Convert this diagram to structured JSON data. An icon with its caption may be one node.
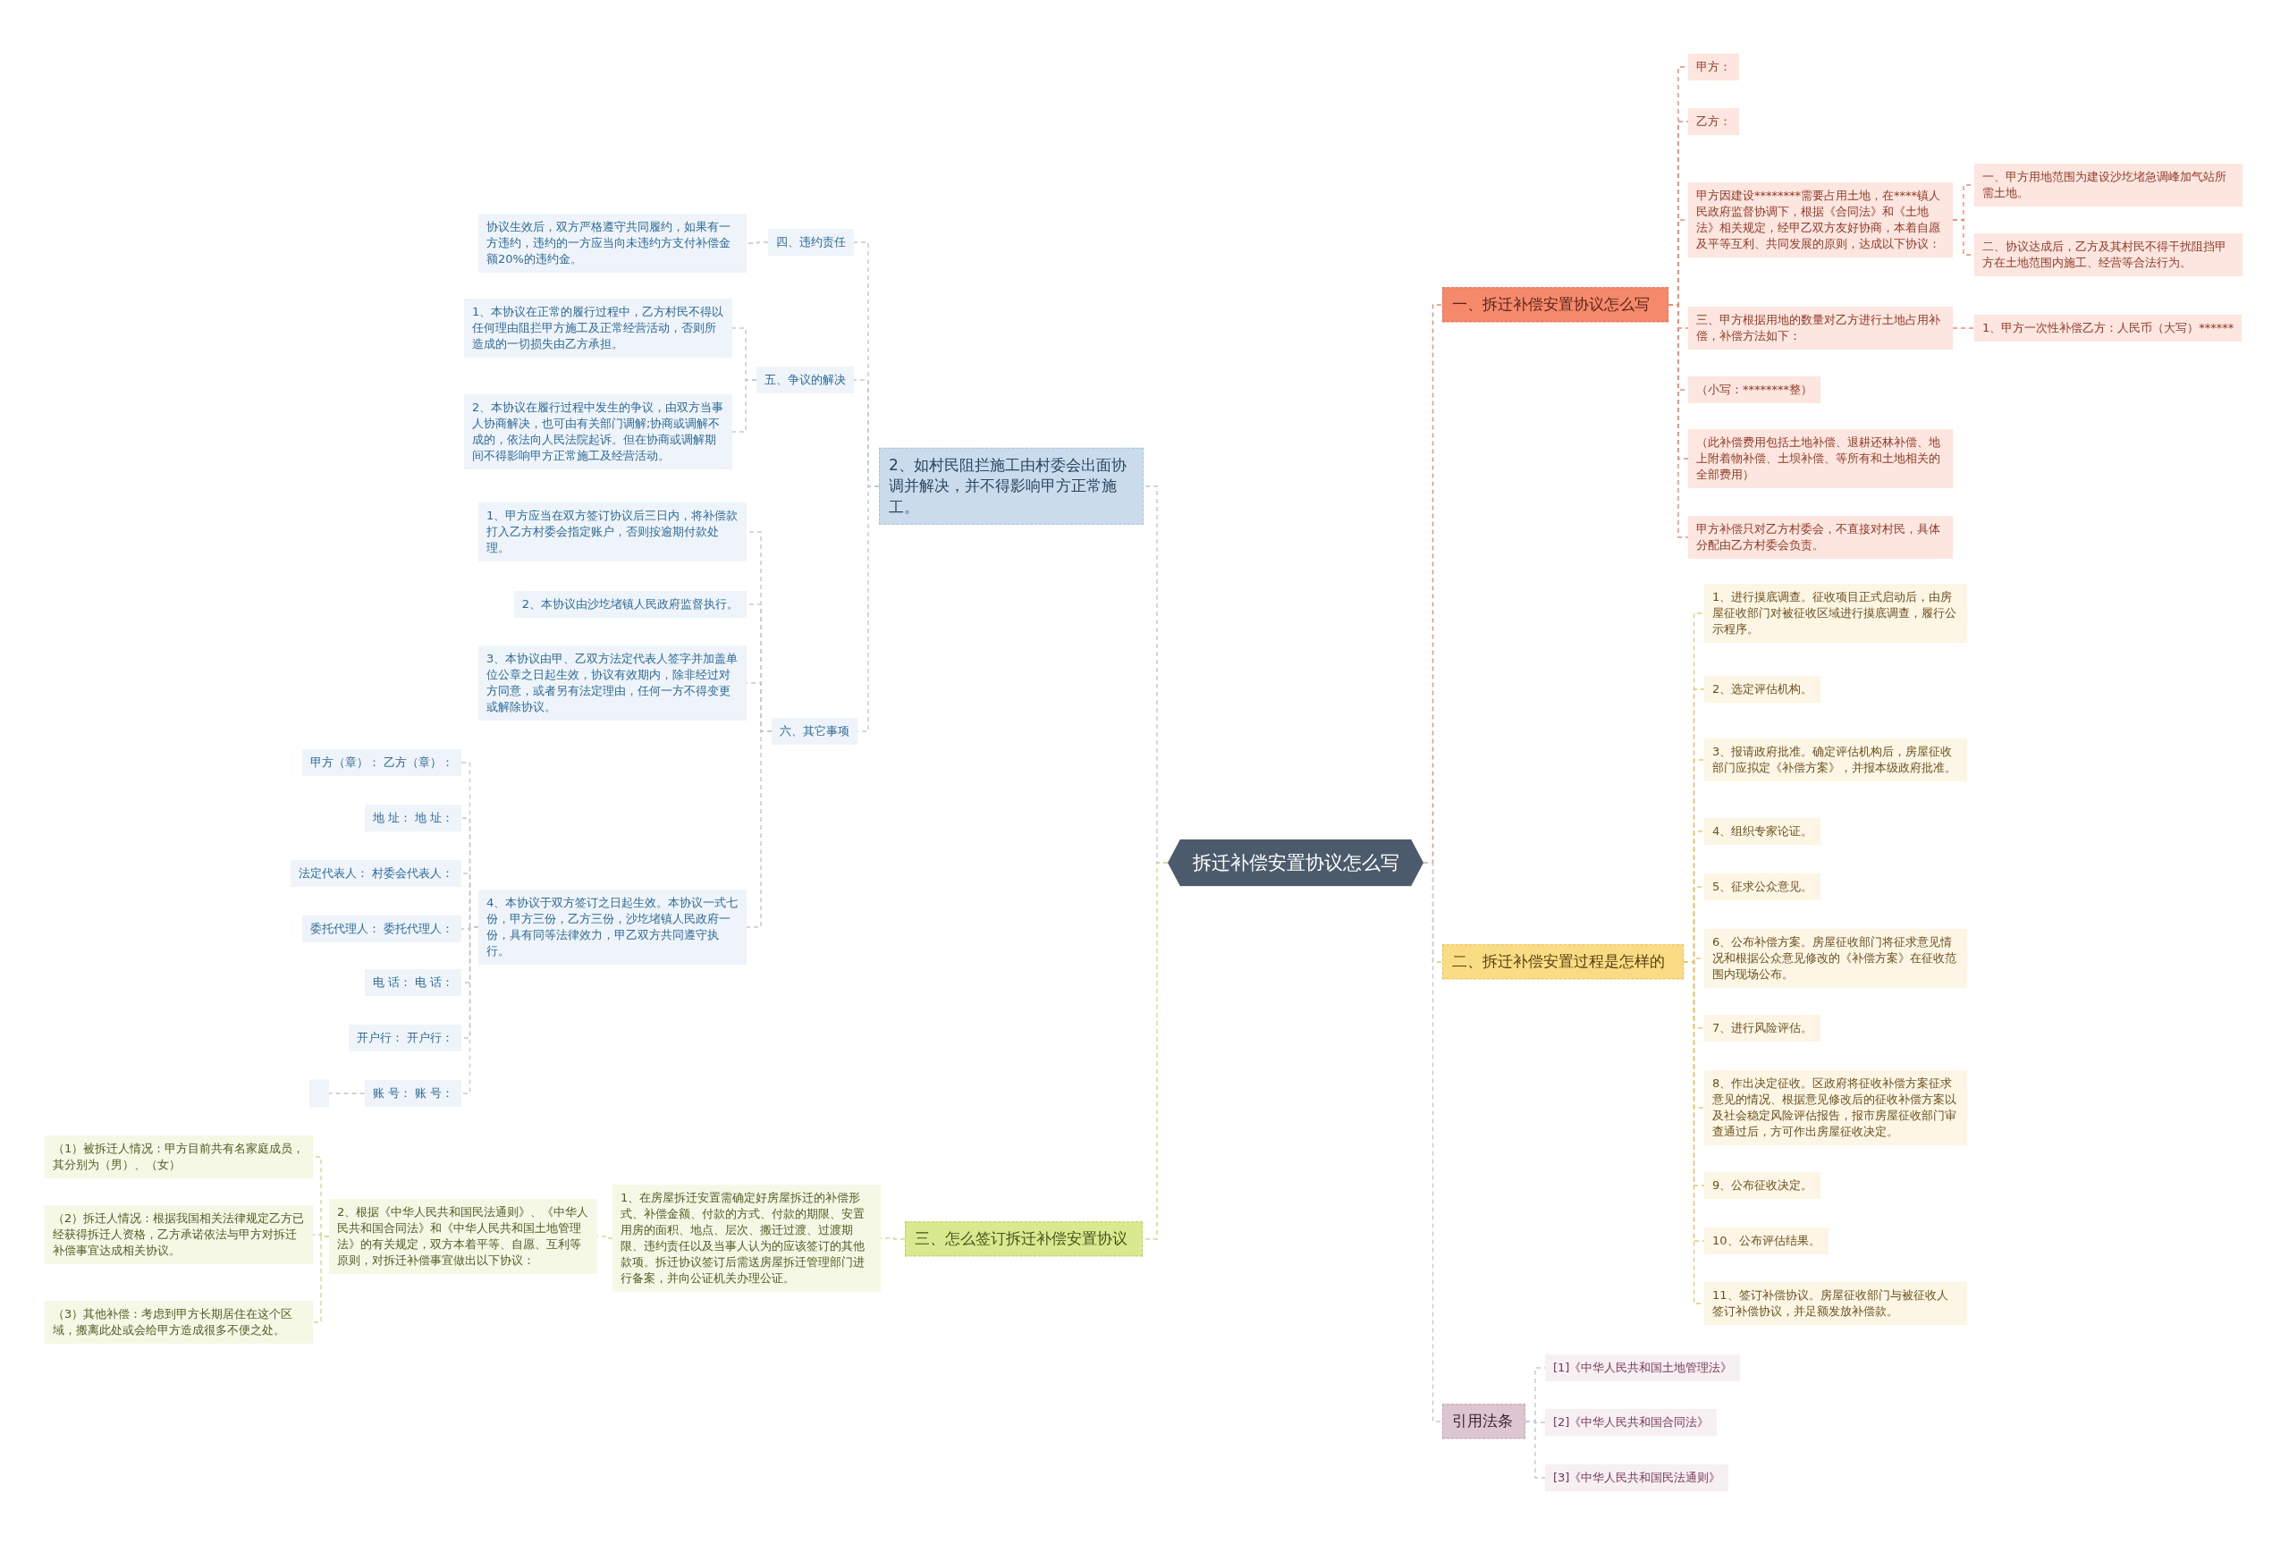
{
  "diagram": {
    "nodes": [
      {
        "text": [
          "拆迁补偿安置协议怎么写"
        ]
      },
      {
        "text": [
          "一、拆迁补偿安置协议怎么写"
        ]
      },
      {
        "text": [
          "甲方："
        ]
      },
      {
        "text": [
          "乙方："
        ]
      },
      {
        "text": [
          "甲方因建设********需要占用土地，在****镇人民政府监督协调下，根据《合同法》和《土地法》相关规定，经甲乙双方友好协商，本着自愿及平等互利、共同发展的原则，达成以下协议："
        ]
      },
      {
        "text": [
          "一、甲方用地范围为建设沙圪堵急调峰加气站所需土地。"
        ]
      },
      {
        "text": [
          "二、协议达成后，乙方及其村民不得干扰阻挡甲方在土地范围内施工、经营等合法行为。"
        ]
      },
      {
        "text": [
          "三、甲方根据用地的数量对乙方进行土地占用补偿，补偿方法如下："
        ]
      },
      {
        "text": [
          "1、甲方一次性补偿乙方：人民币（大写）******"
        ]
      },
      {
        "text": [
          "（小写：********整）"
        ]
      },
      {
        "text": [
          "（此补偿费用包括土地补偿、退耕还林补偿、地上附着物补偿、土坝补偿、等所有和土地相关的全部费用）"
        ]
      },
      {
        "text": [
          "甲方补偿只对乙方村委会，不直接对村民，具体分配由乙方村委会负责。"
        ]
      },
      {
        "text": [
          "二、拆迁补偿安置过程是怎样的"
        ]
      },
      {
        "text": [
          "1、进行摸底调查。征收项目正式启动后，由房屋征收部门对被征收区域进行摸底调查，履行公示程序。"
        ]
      },
      {
        "text": [
          "2、选定评估机构。"
        ]
      },
      {
        "text": [
          "3、报请政府批准。确定评估机构后，房屋征收部门应拟定《补偿方案》，并报本级政府批准。"
        ]
      },
      {
        "text": [
          "4、组织专家论证。"
        ]
      },
      {
        "text": [
          "5、征求公众意见。"
        ]
      },
      {
        "text": [
          "6、公布补偿方案。房屋征收部门将征求意见情况和根据公众意见修改的《补偿方案》在征收范围内现场公布。"
        ]
      },
      {
        "text": [
          "7、进行风险评估。"
        ]
      },
      {
        "text": [
          "8、作出决定征收。区政府将征收补偿方案征求意见的情况、根据意见修改后的征收补偿方案以及社会稳定风险评估报告，报市房屋征收部门审查通过后，方可作出房屋征收决定。"
        ]
      },
      {
        "text": [
          "9、公布征收决定。"
        ]
      },
      {
        "text": [
          "10、公布评估结果。"
        ]
      },
      {
        "text": [
          "11、签订补偿协议。房屋征收部门与被征收人签订补偿协议，并足额发放补偿款。"
        ]
      },
      {
        "text": [
          "引用法条"
        ]
      },
      {
        "text": [
          "[1]《中华人民共和国土地管理法》"
        ]
      },
      {
        "text": [
          "[2]《中华人民共和国合同法》"
        ]
      },
      {
        "text": [
          "[3]《中华人民共和国民法通则》"
        ]
      },
      {
        "text": [
          "2、如村民阻拦施工由村委会出面协调并解决，并不得影响甲方正常施工。"
        ]
      },
      {
        "text": [
          "四、违约责任"
        ]
      },
      {
        "text": [
          "协议生效后，双方严格遵守共同履约，如果有一方违约，违约的一方应当向未违约方支付补偿金额20%的违约金。"
        ]
      },
      {
        "text": [
          "五、争议的解决"
        ]
      },
      {
        "text": [
          "1、本协议在正常的履行过程中，乙方村民不得以任何理由阻拦甲方施工及正常经营活动，否则所造成的一切损失由乙方承担。"
        ]
      },
      {
        "text": [
          "2、本协议在履行过程中发生的争议，由双方当事人协商解决，也可由有关部门调解;协商或调解不成的，依法向人民法院起诉。但在协商或调解期间不得影响甲方正常施工及经营活动。"
        ]
      },
      {
        "text": [
          "六、其它事项"
        ]
      },
      {
        "text": [
          "1、甲方应当在双方签订协议后三日内，将补偿款打入乙方村委会指定账户，否则按逾期付款处理。"
        ]
      },
      {
        "text": [
          "2、本协议由沙圪堵镇人民政府监督执行。"
        ]
      },
      {
        "text": [
          "3、本协议由甲、乙双方法定代表人签字并加盖单位公章之日起生效，协议有效期内，除非经过对方同意，或者另有法定理由，任何一方不得变更或解除协议。"
        ]
      },
      {
        "text": [
          "4、本协议于双方签订之日起生效。本协议一式七份，甲方三份，乙方三份，沙圪堵镇人民政府一份，具有同等法律效力，甲乙双方共同遵守执行。"
        ]
      },
      {
        "text": [
          "甲方（章）： 乙方（章）："
        ]
      },
      {
        "text": [
          "地 址： 地 址："
        ]
      },
      {
        "text": [
          "法定代表人： 村委会代表人："
        ]
      },
      {
        "text": [
          "委托代理人： 委托代理人："
        ]
      },
      {
        "text": [
          "电 话： 电 话："
        ]
      },
      {
        "text": [
          "开户行： 开户行："
        ]
      },
      {
        "text": [
          "账 号： 账 号："
        ]
      },
      {
        "text": [],
        "shape": "box"
      },
      {
        "text": [
          "三、怎么签订拆迁补偿安置协议"
        ]
      },
      {
        "text": [
          "1、在房屋拆迁安置需确定好房屋拆迁的补偿形式、补偿金额、付款的方式、付款的期限、安置用房的面积、地点、层次、搬迁过渡、过渡期限、违约责任以及当事人认为的应该签订的其他款项。拆迁协议签订后需送房屋拆迁管理部门进行备案，并向公证机关办理公证。"
        ]
      },
      {
        "text": [
          "2、根据《中华人民共和国民法通则》、《中华人民共和国合同法》和《中华人民共和国土地管理法》的有关规定，双方本着平等、自愿、互利等原则，对拆迁补偿事宜做出以下协议："
        ]
      },
      {
        "text": [
          "（1）被拆迁人情况：甲方目前共有名家庭成员，其分别为（男）、（女）"
        ]
      },
      {
        "text": [
          "（2）拆迁人情况：根据我国相关法律规定乙方已经获得拆迁人资格，乙方承诺依法与甲方对拆迁补偿事宜达成相关协议。"
        ]
      },
      {
        "text": [
          "（3）其他补偿：考虑到甲方长期居住在这个区域，搬离此处或会给甲方造成很多不便之处。"
        ]
      }
    ],
    "edges": [
      {
        "from": 0,
        "to": 1,
        "arrow": "none",
        "color": "#ec8a72"
      },
      {
        "from": 1,
        "to": 2,
        "arrow": "none",
        "color": "#ec8a72"
      },
      {
        "from": 1,
        "to": 3,
        "arrow": "none",
        "color": "#ec8a72"
      },
      {
        "from": 1,
        "to": 4,
        "arrow": "none",
        "color": "#ec8a72"
      },
      {
        "from": 4,
        "to": 5,
        "arrow": "none",
        "color": "#ec8a72"
      },
      {
        "from": 4,
        "to": 6,
        "arrow": "none",
        "color": "#ec8a72"
      },
      {
        "from": 1,
        "to": 7,
        "arrow": "none",
        "color": "#ec8a72"
      },
      {
        "from": 7,
        "to": 8,
        "arrow": "none",
        "color": "#ec8a72"
      },
      {
        "from": 1,
        "to": 9,
        "arrow": "none",
        "color": "#ec8a72"
      },
      {
        "from": 1,
        "to": 10,
        "arrow": "none",
        "color": "#ec8a72"
      },
      {
        "from": 1,
        "to": 11,
        "arrow": "none",
        "color": "#ec8a72"
      },
      {
        "from": 0,
        "to": 12,
        "arrow": "none",
        "color": "#e8c870"
      },
      {
        "from": 12,
        "to": 13,
        "arrow": "none",
        "color": "#e8c870"
      },
      {
        "from": 12,
        "to": 14,
        "arrow": "none",
        "color": "#e8c870"
      },
      {
        "from": 12,
        "to": 15,
        "arrow": "none",
        "color": "#e8c870"
      },
      {
        "from": 12,
        "to": 16,
        "arrow": "none",
        "color": "#e8c870"
      },
      {
        "from": 12,
        "to": 17,
        "arrow": "none",
        "color": "#e8c870"
      },
      {
        "from": 12,
        "to": 18,
        "arrow": "none",
        "color": "#e8c870"
      },
      {
        "from": 12,
        "to": 19,
        "arrow": "none",
        "color": "#e8c870"
      },
      {
        "from": 12,
        "to": 20,
        "arrow": "none",
        "color": "#e8c870"
      },
      {
        "from": 12,
        "to": 21,
        "arrow": "none",
        "color": "#e8c870"
      },
      {
        "from": 12,
        "to": 22,
        "arrow": "none",
        "color": "#e8c870"
      },
      {
        "from": 12,
        "to": 23,
        "arrow": "none",
        "color": "#e8c870"
      },
      {
        "from": 0,
        "to": 24,
        "arrow": "none"
      },
      {
        "from": 24,
        "to": 25,
        "arrow": "none"
      },
      {
        "from": 24,
        "to": 26,
        "arrow": "none"
      },
      {
        "from": 24,
        "to": 27,
        "arrow": "none"
      },
      {
        "from": 0,
        "to": 28,
        "arrow": "none"
      },
      {
        "from": 28,
        "to": 29,
        "arrow": "none"
      },
      {
        "from": 29,
        "to": 30,
        "arrow": "none"
      },
      {
        "from": 28,
        "to": 31,
        "arrow": "none"
      },
      {
        "from": 31,
        "to": 32,
        "arrow": "none"
      },
      {
        "from": 31,
        "to": 33,
        "arrow": "none"
      },
      {
        "from": 28,
        "to": 34,
        "arrow": "none"
      },
      {
        "from": 34,
        "to": 35,
        "arrow": "none"
      },
      {
        "from": 34,
        "to": 36,
        "arrow": "none"
      },
      {
        "from": 34,
        "to": 37,
        "arrow": "none"
      },
      {
        "from": 34,
        "to": 38,
        "arrow": "none"
      },
      {
        "from": 38,
        "to": 39,
        "arrow": "none"
      },
      {
        "from": 38,
        "to": 40,
        "arrow": "none"
      },
      {
        "from": 38,
        "to": 41,
        "arrow": "none"
      },
      {
        "from": 38,
        "to": 42,
        "arrow": "none"
      },
      {
        "from": 38,
        "to": 43,
        "arrow": "none"
      },
      {
        "from": 38,
        "to": 44,
        "arrow": "none"
      },
      {
        "from": 38,
        "to": 45,
        "arrow": "none"
      },
      {
        "from": 45,
        "to": 46,
        "arrow": "none"
      },
      {
        "from": 0,
        "to": 47,
        "arrow": "none",
        "color": "#cddc8a"
      },
      {
        "from": 47,
        "to": 48,
        "arrow": "none",
        "color": "#cddc8a"
      },
      {
        "from": 48,
        "to": 49,
        "arrow": "none",
        "color": "#cddc8a"
      },
      {
        "from": 49,
        "to": 50,
        "arrow": "none",
        "color": "#cddc8a"
      },
      {
        "from": 49,
        "to": 51,
        "arrow": "none",
        "color": "#cddc8a"
      },
      {
        "from": 49,
        "to": 52,
        "arrow": "none",
        "color": "#cddc8a"
      }
    ]
  }
}
